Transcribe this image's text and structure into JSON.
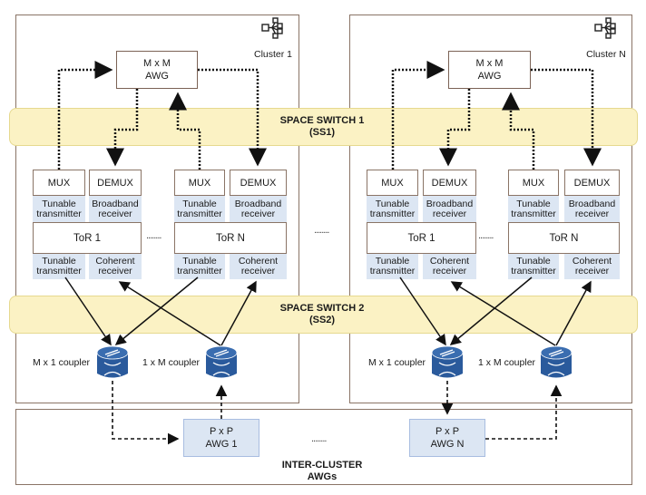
{
  "clusters": [
    {
      "label": "Cluster 1",
      "awg": {
        "line1": "M x M",
        "line2": "AWG"
      },
      "tors": [
        {
          "mux": "MUX",
          "demux": "DEMUX",
          "tx_top": "Tunable transmitter",
          "rx_top": "Broadband receiver",
          "name": "ToR 1",
          "tx_bottom": "Tunable transmitter",
          "rx_bottom": "Coherent receiver"
        },
        {
          "mux": "MUX",
          "demux": "DEMUX",
          "tx_top": "Tunable transmitter",
          "rx_top": "Broadband receiver",
          "name": "ToR N",
          "tx_bottom": "Tunable transmitter",
          "rx_bottom": "Coherent receiver"
        }
      ],
      "coupler_in": "M x 1 coupler",
      "coupler_out": "1 x M coupler"
    },
    {
      "label": "Cluster N",
      "awg": {
        "line1": "M x M",
        "line2": "AWG"
      },
      "tors": [
        {
          "mux": "MUX",
          "demux": "DEMUX",
          "tx_top": "Tunable transmitter",
          "rx_top": "Broadband receiver",
          "name": "ToR 1",
          "tx_bottom": "Tunable transmitter",
          "rx_bottom": "Coherent receiver"
        },
        {
          "mux": "MUX",
          "demux": "DEMUX",
          "tx_top": "Tunable transmitter",
          "rx_top": "Broadband receiver",
          "name": "ToR N",
          "tx_bottom": "Tunable transmitter",
          "rx_bottom": "Coherent receiver"
        }
      ],
      "coupler_in": "M x 1 coupler",
      "coupler_out": "1 x M coupler"
    }
  ],
  "space_switch_1": {
    "line1": "SPACE SWITCH 1",
    "line2": "(SS1)"
  },
  "space_switch_2": {
    "line1": "SPACE SWITCH 2",
    "line2": "(SS2)"
  },
  "ellipsis": "........",
  "inter_cluster": {
    "line1": "INTER-CLUSTER",
    "line2": "AWGs",
    "awgs": [
      {
        "line1": "P x P",
        "line2": "AWG 1"
      },
      {
        "line1": "P x P",
        "line2": "AWG N"
      }
    ]
  },
  "colors": {
    "band": "#fbf2c4",
    "component_fill": "#dce6f3",
    "coupler": "#2a5a9c",
    "border": "#8a7466"
  }
}
